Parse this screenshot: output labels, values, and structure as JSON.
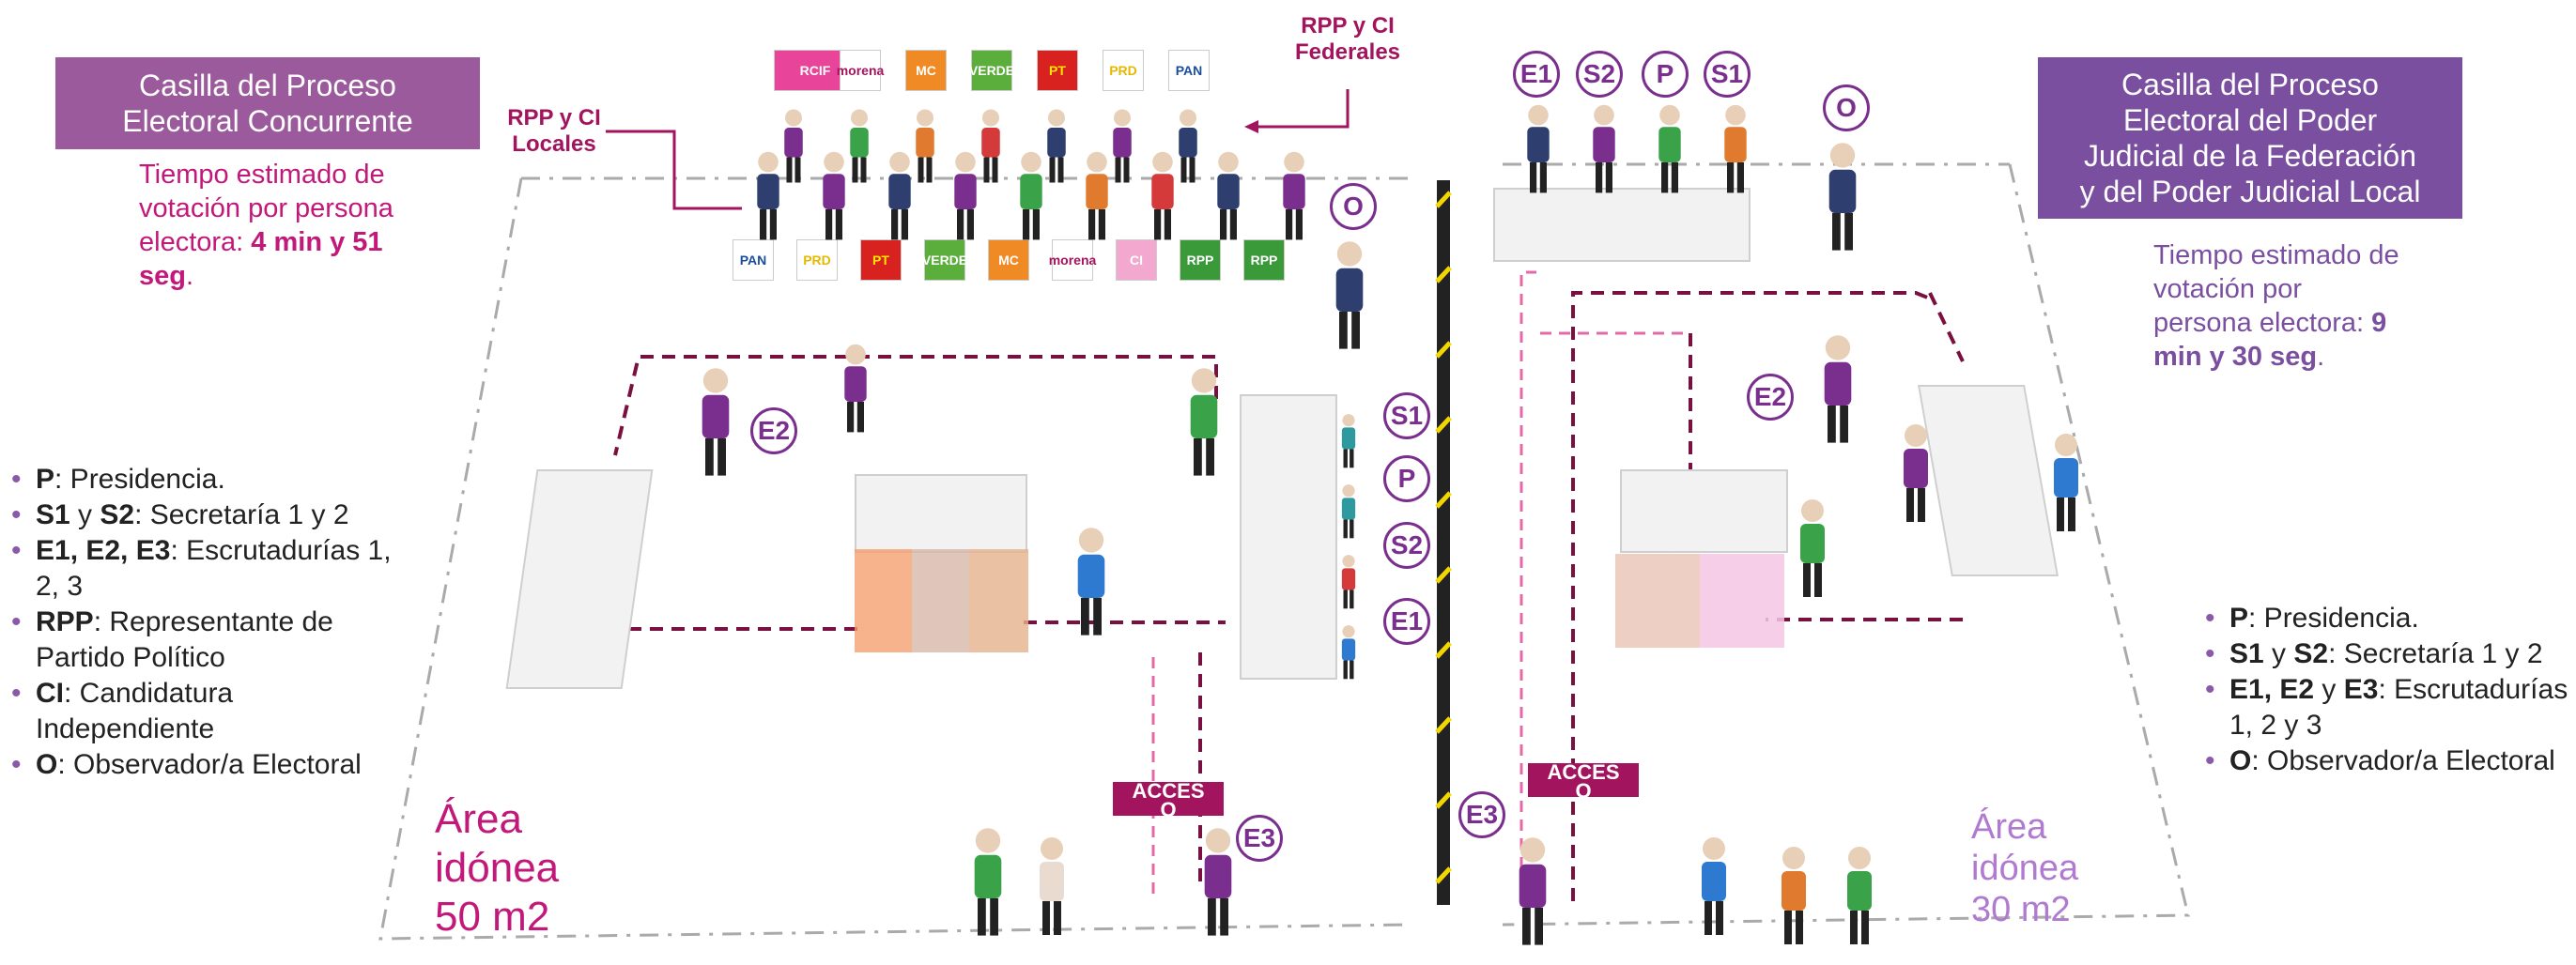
{
  "left_title": {
    "line1": "Casilla del Proceso",
    "line2": "Electoral Concurrente"
  },
  "right_title": {
    "line1": "Casilla del Proceso",
    "line2": "Electoral del Poder",
    "line3": "Judicial de la Federación",
    "line4": "y del Poder Judicial Local"
  },
  "left_time": {
    "text": "Tiempo estimado de votación por persona electora: ",
    "bold": "4 min y 51 seg",
    "end": "."
  },
  "right_time": {
    "text": "Tiempo estimado de votación por persona electora: ",
    "bold": "9 min y 30 seg",
    "end": "."
  },
  "rpp_locales": "RPP y CI Locales",
  "rpp_federales": "RPP y CI Federales",
  "party_logos_top": [
    "RCIF",
    "morena",
    "MC",
    "VERDE",
    "PT",
    "PRD",
    "PAN"
  ],
  "party_logos_bottom": [
    "PAN",
    "PRD",
    "PT",
    "VERDE",
    "MC",
    "morena",
    "CI",
    "RPP",
    "RPP"
  ],
  "legend_left": [
    {
      "bold": "P",
      "text": ": Presidencia."
    },
    {
      "bold": "S1",
      "mid": " y ",
      "bold2": "S2",
      "text": ": Secretaría 1 y 2"
    },
    {
      "bold": "E1, E2, E3",
      "text": ": Escrutadurías 1, 2, 3"
    },
    {
      "bold": "RPP",
      "text": ": Representante de Partido Político"
    },
    {
      "bold": "CI",
      "text": ": Candidatura Independiente"
    },
    {
      "bold": "O",
      "text": ": Observador/a Electoral"
    }
  ],
  "legend_right": [
    {
      "bold": "P",
      "text": ": Presidencia."
    },
    {
      "bold": "S1",
      "mid": " y ",
      "bold2": "S2",
      "text": ": Secretaría 1 y 2"
    },
    {
      "bold": "E1, E2",
      "mid": " y ",
      "bold2": "E3",
      "text": ": Escrutadurías 1, 2 y 3"
    },
    {
      "bold": "O",
      "text": ": Observador/a Electoral"
    }
  ],
  "badges": {
    "s1": "S1",
    "p": "P",
    "s2": "S2",
    "e1": "E1",
    "e2": "E2",
    "e3": "E3",
    "o": "O"
  },
  "area_left": {
    "l1": "Área",
    "l2": "idónea",
    "l3": "50 m2"
  },
  "area_right": {
    "l1": "Área",
    "l2": "idónea",
    "l3": "30 m2"
  },
  "acceso": {
    "l1": "ACCES",
    "l2": "O"
  },
  "colors": {
    "purple_left": "#9b5a9b",
    "purple_right": "#7a4fa0",
    "magenta": "#c2187a",
    "dash": "#7a1040"
  }
}
